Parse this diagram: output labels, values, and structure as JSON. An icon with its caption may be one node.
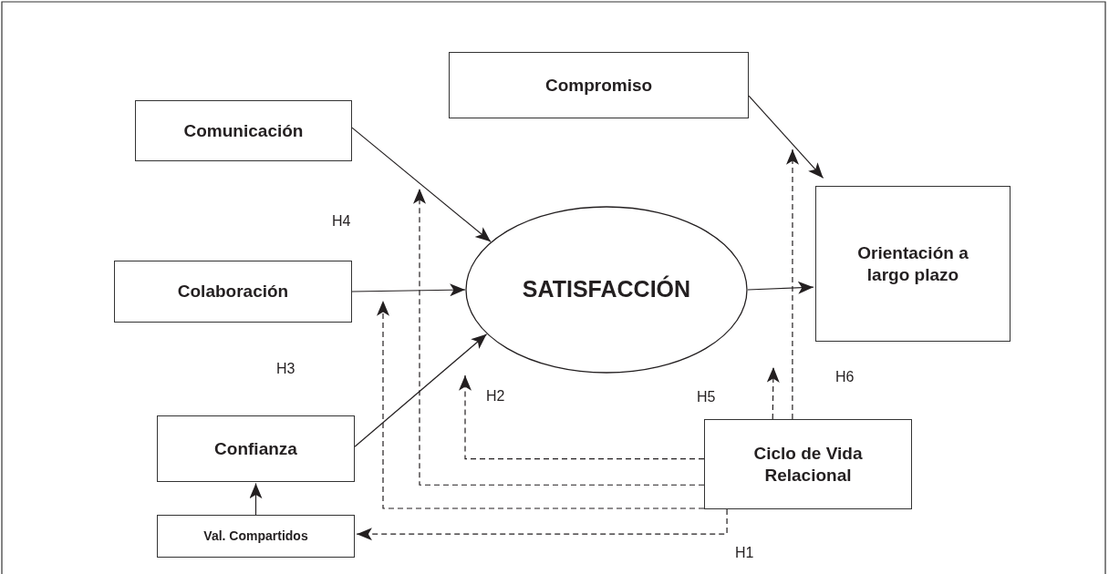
{
  "diagram": {
    "nodes": [
      {
        "text": [
          "Comunicación"
        ]
      },
      {
        "text": [
          "Compromiso"
        ]
      },
      {
        "text": [
          "Colaboración"
        ]
      },
      {
        "text": [
          "SATISFACCIÓN"
        ]
      },
      {
        "text": [
          "Orientación a largo plazo"
        ]
      },
      {
        "text": [
          "Confianza"
        ]
      },
      {
        "text": [
          "Val. Compartidos"
        ]
      },
      {
        "text": [
          "Ciclo de Vida Relacional"
        ]
      }
    ],
    "edges": [
      {
        "from": 0,
        "to": 3,
        "arrow": "to"
      },
      {
        "from": 2,
        "to": 3,
        "arrow": "to"
      },
      {
        "from": 5,
        "to": 3,
        "arrow": "to"
      },
      {
        "from": 6,
        "to": 5,
        "arrow": "to"
      },
      {
        "from": 3,
        "to": 4,
        "arrow": "to"
      },
      {
        "from": 1,
        "to": 4,
        "arrow": "to"
      },
      {
        "from": 7,
        "to": null,
        "arrow": "to",
        "style": "dashed"
      },
      {
        "from": 7,
        "to": null,
        "arrow": "to",
        "style": "dashed"
      },
      {
        "from": 7,
        "to": null,
        "arrow": "to",
        "style": "dashed"
      },
      {
        "from": 7,
        "to": 6,
        "arrow": "to",
        "style": "dashed"
      },
      {
        "from": 7,
        "to": null,
        "arrow": "to",
        "style": "dashed"
      },
      {
        "from": 7,
        "to": null,
        "arrow": "to",
        "style": "dashed"
      }
    ],
    "labels": [
      "H4",
      "H3",
      "H5",
      "H6",
      "H2",
      "H1"
    ]
  }
}
